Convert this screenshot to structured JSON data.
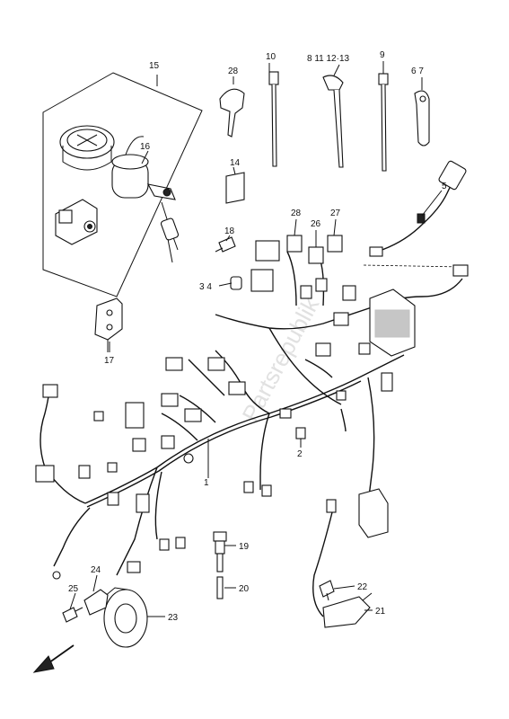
{
  "watermark": "Partsrepublik",
  "callouts": {
    "c1": "1",
    "c2": "2",
    "c34": "3 4",
    "c5": "5",
    "c67": "6 7",
    "c8_13": "8 11 12·13",
    "c9": "9",
    "c10": "10",
    "c14": "14",
    "c15": "15",
    "c16": "16",
    "c17": "17",
    "c18": "18",
    "c19": "19",
    "c20": "20",
    "c21": "21",
    "c22": "22",
    "c23": "23",
    "c24": "24",
    "c25": "25",
    "c26": "26",
    "c27": "27",
    "c28a": "28",
    "c28b": "28"
  },
  "icons": {
    "front_arrow": "arrow-down-left-icon"
  }
}
